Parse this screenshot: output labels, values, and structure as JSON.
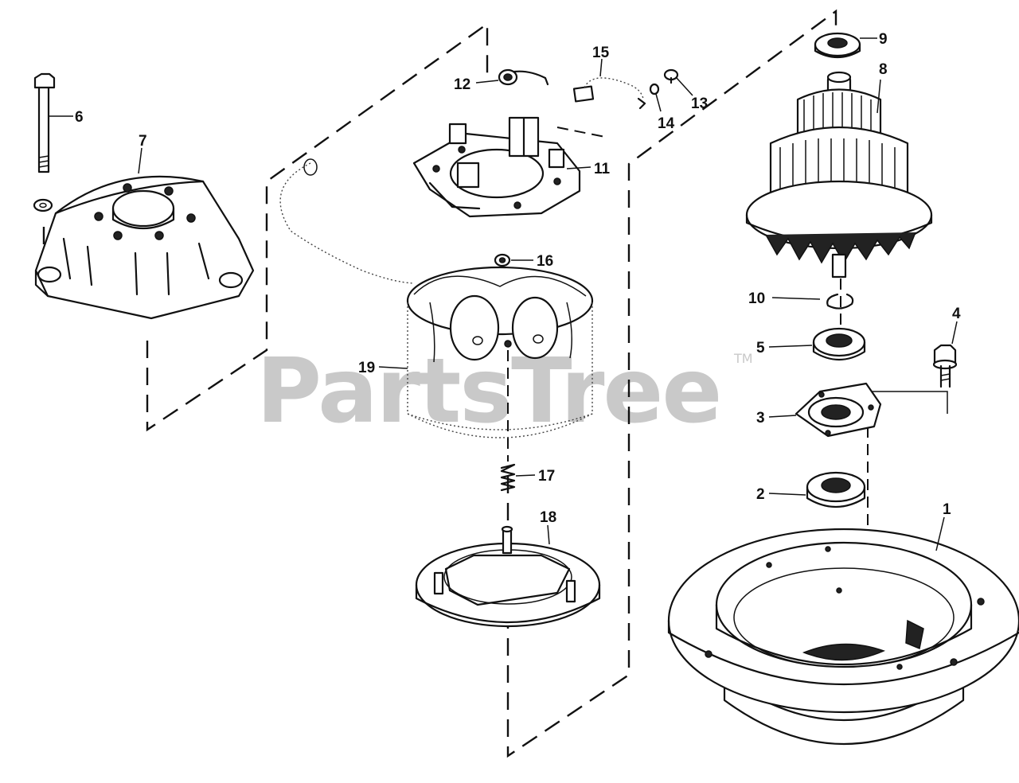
{
  "watermark": {
    "text": "PartsTree",
    "trademark": "TM"
  },
  "parts": {
    "p1": "1",
    "p2": "2",
    "p3": "3",
    "p4": "4",
    "p5": "5",
    "p6": "6",
    "p7": "7",
    "p8": "8",
    "p9": "9",
    "p10": "10",
    "p11": "11",
    "p12": "12",
    "p13": "13",
    "p14": "14",
    "p15": "15",
    "p16": "16",
    "p17": "17",
    "p18": "18",
    "p19": "19"
  }
}
